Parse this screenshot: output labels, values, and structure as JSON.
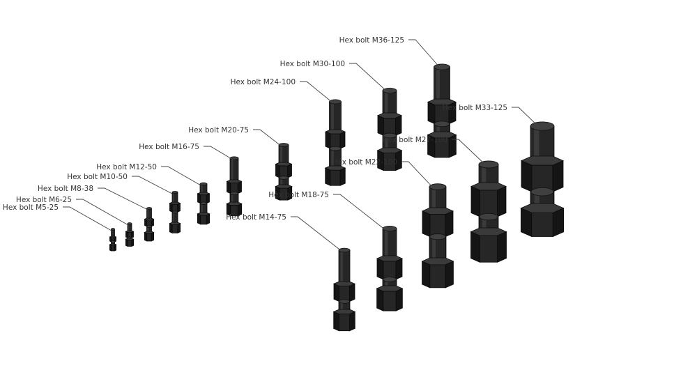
{
  "scene": {
    "background": "#ffffff",
    "bolt_color": "#262626",
    "bolt_highlight": "#3a3a3a",
    "bolt_shadow": "#151515",
    "label_color": "#333333",
    "leader_color": "#444444"
  },
  "bolts": [
    {
      "id": "m5-25",
      "label": "Hex bolt M5-25"
    },
    {
      "id": "m6-25",
      "label": "Hex bolt M6-25"
    },
    {
      "id": "m8-38",
      "label": "Hex bolt M8-38"
    },
    {
      "id": "m10-50",
      "label": "Hex bolt M10-50"
    },
    {
      "id": "m12-50",
      "label": "Hex bolt M12-50"
    },
    {
      "id": "m16-75",
      "label": "Hex bolt M16-75"
    },
    {
      "id": "m20-75",
      "label": "Hex bolt M20-75"
    },
    {
      "id": "m24-100",
      "label": "Hex bolt M24-100"
    },
    {
      "id": "m30-100",
      "label": "Hex bolt M30-100"
    },
    {
      "id": "m36-125",
      "label": "Hex bolt M36-125"
    },
    {
      "id": "m14-75",
      "label": "Hex bolt M14-75"
    },
    {
      "id": "m18-75",
      "label": "Hex bolt M18-75"
    },
    {
      "id": "m22-100",
      "label": "Hex bolt M22-100"
    },
    {
      "id": "m27-100",
      "label": "Hex bolt M27-100"
    },
    {
      "id": "m33-125",
      "label": "Hex bolt M33-125"
    }
  ]
}
